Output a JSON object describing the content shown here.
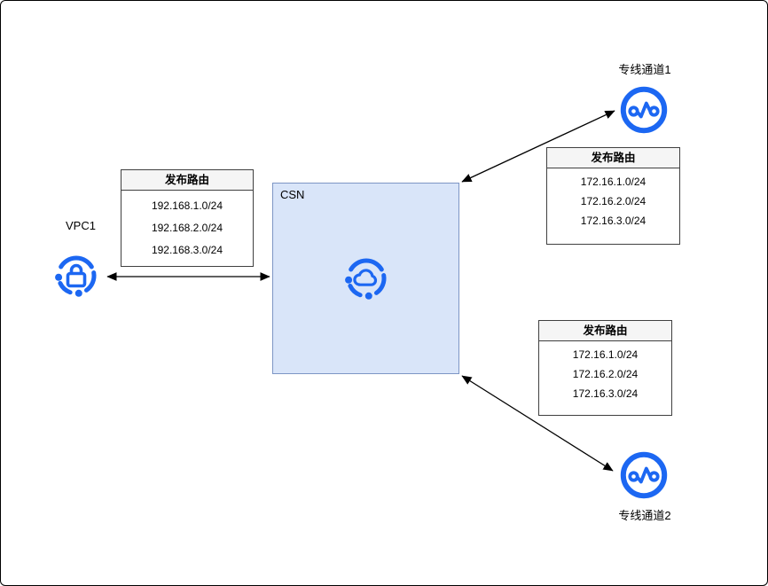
{
  "diagram": {
    "vpc": {
      "label": "VPC1"
    },
    "csn": {
      "label": "CSN"
    },
    "channel1": {
      "label": "专线通道1"
    },
    "channel2": {
      "label": "专线通道2"
    },
    "route_tables": {
      "vpc": {
        "header": "发布路由",
        "rows": [
          "192.168.1.0/24",
          "192.168.2.0/24",
          "192.168.3.0/24"
        ]
      },
      "channel1": {
        "header": "发布路由",
        "rows": [
          "172.16.1.0/24",
          "172.16.2.0/24",
          "172.16.3.0/24"
        ]
      },
      "channel2": {
        "header": "发布路由",
        "rows": [
          "172.16.1.0/24",
          "172.16.2.0/24",
          "172.16.3.0/24"
        ]
      }
    },
    "icons": {
      "vpc": "vpc-lock-icon",
      "csn": "csn-cloud-icon",
      "channel1": "dedicated-channel-icon",
      "channel2": "dedicated-channel-icon"
    },
    "connections": [
      {
        "from": "VPC1",
        "to": "CSN",
        "style": "double-arrow"
      },
      {
        "from": "CSN",
        "to": "专线通道1",
        "style": "double-arrow"
      },
      {
        "from": "CSN",
        "to": "专线通道2",
        "style": "double-arrow"
      }
    ],
    "colors": {
      "accent_blue": "#1C67F2",
      "csn_fill": "#D9E5F9",
      "csn_border": "#7D96C5",
      "table_border": "#404040",
      "table_header_fill": "#F5F5F5",
      "arrow": "#000000"
    }
  }
}
